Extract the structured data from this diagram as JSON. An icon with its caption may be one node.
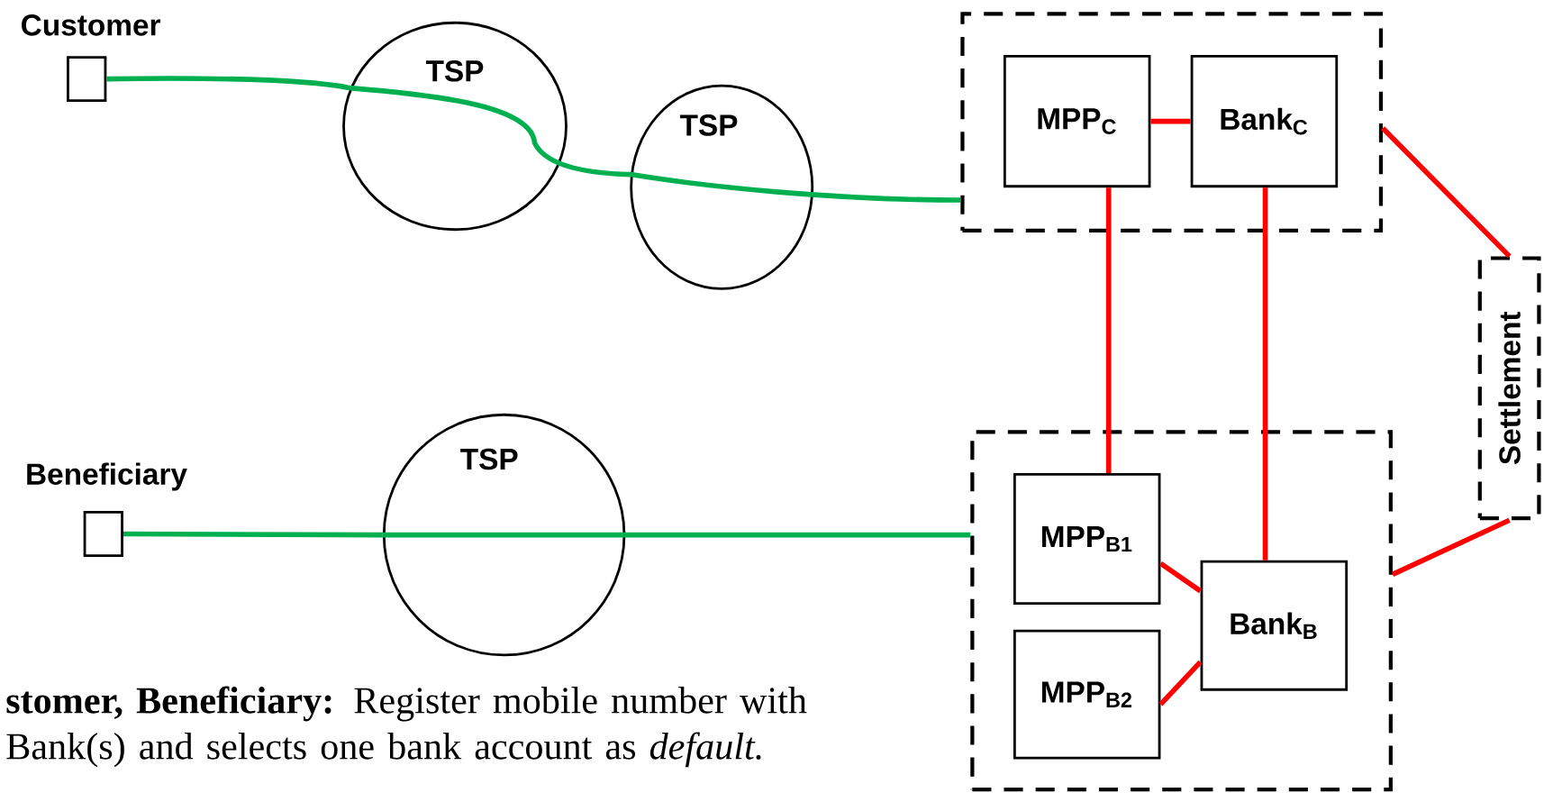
{
  "diagram": {
    "nodes": [
      {
        "text": [
          "Customer"
        ]
      },
      {
        "text": [
          "TSP"
        ]
      },
      {
        "text": [
          "TSP"
        ]
      },
      {
        "text": [],
        "shape": "box"
      },
      {
        "text": [
          "MPP$_{C}$"
        ],
        "in": 3
      },
      {
        "text": [
          "Bank$_{C}$"
        ],
        "in": 3
      },
      {
        "text": [
          "Settlement"
        ]
      },
      {
        "text": [
          "Beneficiary"
        ]
      },
      {
        "text": [
          "TSP"
        ]
      },
      {
        "text": [],
        "shape": "box"
      },
      {
        "text": [
          "MPP$_{B1}$"
        ],
        "in": 9
      },
      {
        "text": [
          "MPP$_{B2}$"
        ],
        "in": 9
      },
      {
        "text": [
          "Bank$_{B}$"
        ],
        "in": 9
      }
    ],
    "edges": [
      {
        "from": 0,
        "to": 1,
        "arrow": "none",
        "color": "#00b050"
      },
      {
        "from": 1,
        "to": 2,
        "arrow": "none",
        "color": "#00b050"
      },
      {
        "from": 2,
        "to": 3,
        "arrow": "none",
        "color": "#00b050"
      },
      {
        "from": 4,
        "to": 5,
        "arrow": "none"
      },
      {
        "from": 4,
        "to": 10,
        "arrow": "none"
      },
      {
        "from": 5,
        "to": 12,
        "arrow": "none"
      },
      {
        "from": 3,
        "to": 6,
        "arrow": "none"
      },
      {
        "from": 6,
        "to": 9,
        "arrow": "none"
      },
      {
        "from": 7,
        "to": 8,
        "arrow": "none",
        "color": "#00b050"
      },
      {
        "from": 8,
        "to": 9,
        "arrow": "none",
        "color": "#00b050"
      },
      {
        "from": 10,
        "to": 12,
        "arrow": "none"
      },
      {
        "from": 11,
        "to": 12,
        "arrow": "none"
      }
    ],
    "labels": [
      "**stomer, Beneficiary:** Register mobile number with Bank(s) and selects one bank account as *default.*"
    ]
  }
}
